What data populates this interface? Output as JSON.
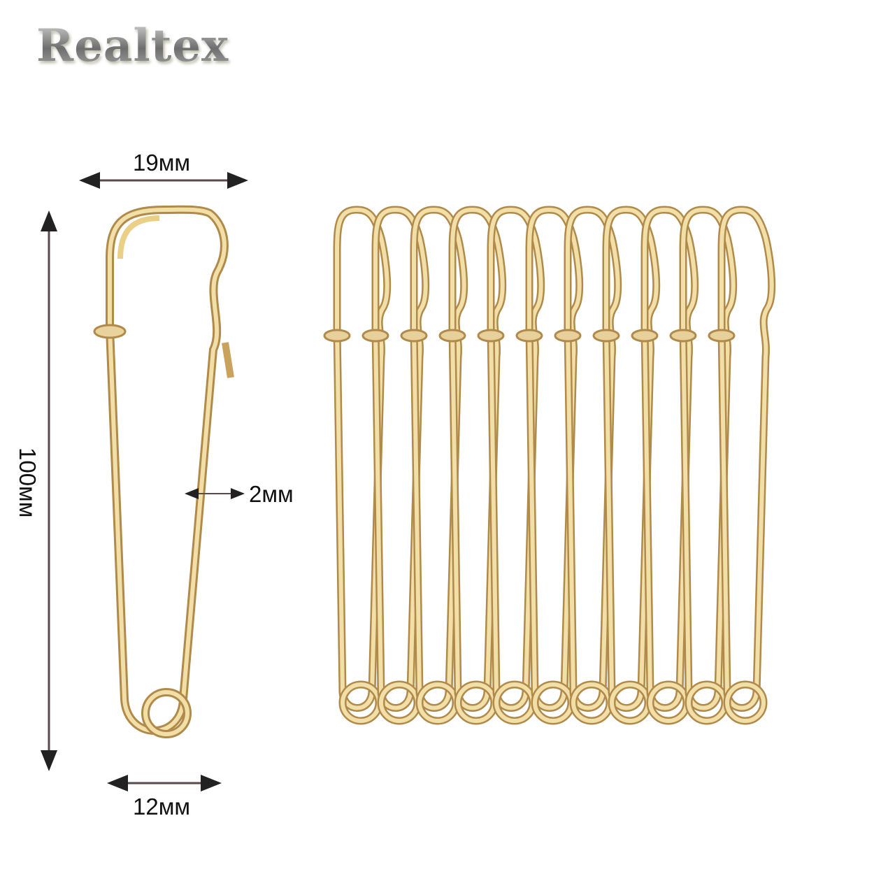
{
  "brand": {
    "name": "Realtex"
  },
  "product": {
    "type": "safety pins",
    "count_in_group": 11,
    "color": "#d9b97a"
  },
  "dimensions": {
    "width_top": "19мм",
    "length": "100мм",
    "wire_thickness": "2мм",
    "width_bottom": "12мм"
  },
  "colors": {
    "gold_light": "#f2dfa8",
    "gold_mid": "#d9b97a",
    "gold_dark": "#b08a4a",
    "arrow": "#5a4a4a"
  }
}
